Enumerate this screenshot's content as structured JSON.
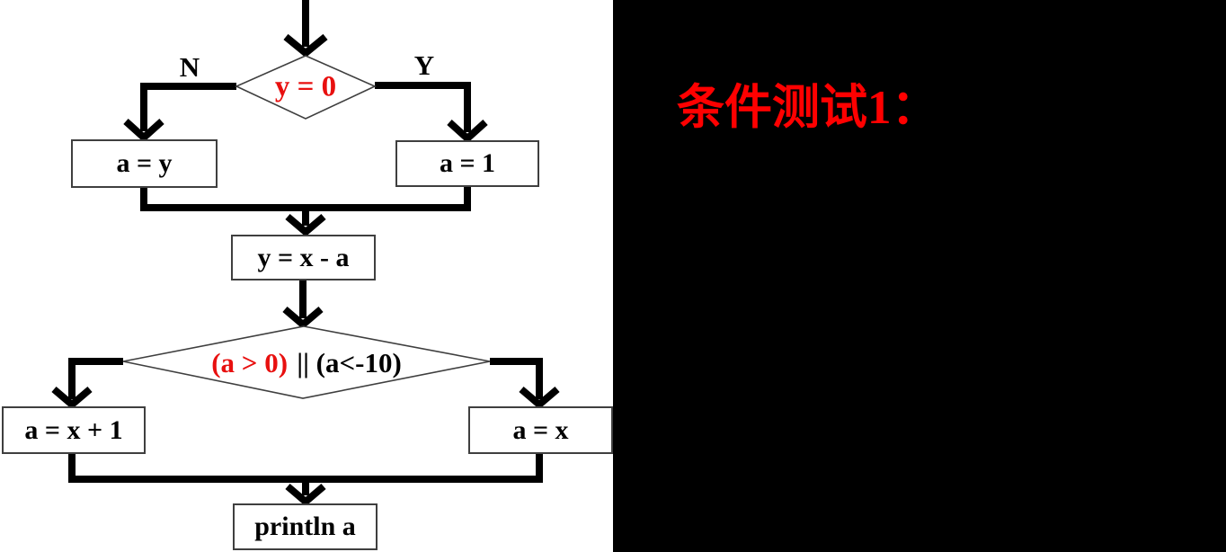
{
  "panel": {
    "title": "条件测试1：",
    "title_color": "#ff0000",
    "background": "#000000"
  },
  "flowchart": {
    "background": "#ffffff",
    "line_color": "#000000",
    "accent_red": "#e8100f",
    "box_border_color": "#3f3f3f",
    "decision1": {
      "text": "y = 0",
      "branch_left_label": "N",
      "branch_right_label": "Y"
    },
    "decision2": {
      "red_part": "(a > 0)",
      "black_part": "|| (a<-10)"
    },
    "boxes": {
      "a_eq_y": "a = y",
      "a_eq_1": "a = 1",
      "y_eq_x_minus_a": "y = x - a",
      "a_eq_x_plus_1": "a = x + 1",
      "a_eq_x": "a = x",
      "println_a": "println a"
    }
  }
}
